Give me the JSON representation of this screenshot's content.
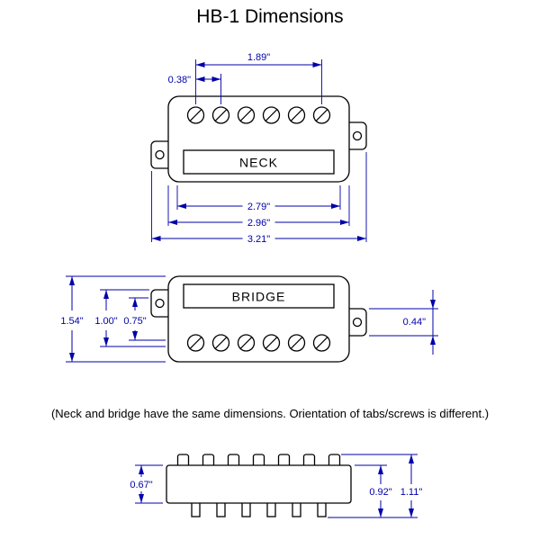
{
  "title": "HB-1 Dimensions",
  "note": "(Neck and bridge have the same dimensions. Orientation of tabs/screws is different.)",
  "colors": {
    "dimension_blue": "#0000AA",
    "outline_black": "#000000",
    "background": "#FFFFFF"
  },
  "pole_count": 6,
  "neck": {
    "label": "NECK",
    "dims": {
      "pole_span": "1.89\"",
      "pole_spacing": "0.38\"",
      "width_inner": "2.79\"",
      "width_body": "2.96\"",
      "width_overall": "3.21\""
    }
  },
  "bridge": {
    "label": "BRIDGE",
    "dims": {
      "height_overall": "1.54\"",
      "height_mid": "1.00\"",
      "height_inner": "0.75\"",
      "tab_height": "0.44\""
    }
  },
  "side_view": {
    "dims": {
      "body_height": "0.67\"",
      "body_with_legs": "0.92\"",
      "overall_height": "1.11\""
    }
  }
}
